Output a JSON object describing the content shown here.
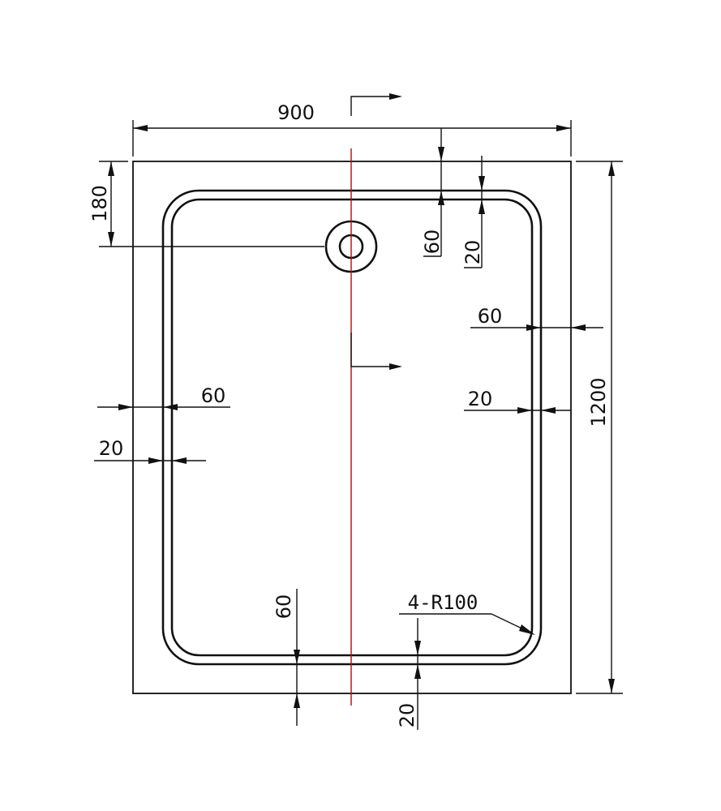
{
  "colors": {
    "line": "#111111",
    "centerline": "#cc0000",
    "background": "#ffffff"
  },
  "dimensions": {
    "overall_width": "900",
    "overall_length": "1200",
    "drain_offset": "180",
    "top_rim_60": "60",
    "top_rim_20": "20",
    "right_rim_60": "60",
    "right_rim_20": "20",
    "left_rim_60": "60",
    "left_rim_20": "20",
    "bottom_rim_60": "60",
    "bottom_rim_20": "20",
    "corner_radius": "4-R100"
  }
}
